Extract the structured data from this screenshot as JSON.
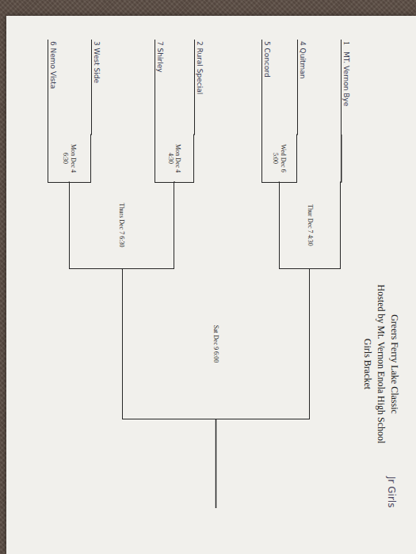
{
  "diagram": {
    "title": "Greers Ferry Lake Classic",
    "nodes": [
      {
        "text": [
          "1",
          "MT. Vernon Bye"
        ]
      },
      {
        "text": [
          "4 Quitman"
        ]
      },
      {
        "text": [
          "5 Concord"
        ]
      },
      {
        "text": [
          "2 Rural Special"
        ]
      },
      {
        "text": [
          "7 Shirley"
        ]
      },
      {
        "text": [
          "3 West Side"
        ]
      },
      {
        "text": [
          "6 Nemo Vista"
        ]
      },
      {
        "text": [
          "Wed Dec 6 5:00"
        ]
      },
      {
        "text": [
          "Mon Dec 4 4:30"
        ]
      },
      {
        "text": [
          "Mon Dec 4 6:30"
        ]
      },
      {
        "text": [
          "Thur Dec 7 4:30"
        ]
      },
      {
        "text": [
          "Thurs Dec 7 6:30"
        ]
      },
      {
        "text": [
          "Sat Dec 9 6:00"
        ]
      }
    ],
    "edges": [
      {
        "from": 1,
        "to": 7,
        "arrow": "none"
      },
      {
        "from": 2,
        "to": 7,
        "arrow": "none"
      },
      {
        "from": 3,
        "to": 8,
        "arrow": "none"
      },
      {
        "from": 4,
        "to": 8,
        "arrow": "none"
      },
      {
        "from": 5,
        "to": 9,
        "arrow": "none"
      },
      {
        "from": 6,
        "to": 9,
        "arrow": "none"
      },
      {
        "from": 0,
        "to": 10,
        "arrow": "none"
      },
      {
        "from": 7,
        "to": 10,
        "arrow": "none"
      },
      {
        "from": 8,
        "to": 11,
        "arrow": "none"
      },
      {
        "from": 9,
        "to": 11,
        "arrow": "none"
      },
      {
        "from": 10,
        "to": 12,
        "arrow": "none"
      },
      {
        "from": 11,
        "to": 12,
        "arrow": "none"
      }
    ],
    "labels": [
      "Hosted by Mt. Vernon Enola High School",
      "Girls Bracket",
      "Jr Girls"
    ]
  }
}
